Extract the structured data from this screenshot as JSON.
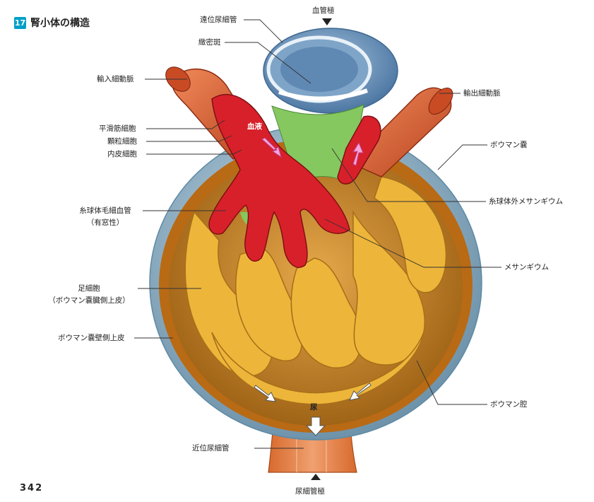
{
  "header": {
    "badge": "17",
    "title": "腎小体の構造"
  },
  "page_number": "342",
  "labels": {
    "vascular_pole": "血管極",
    "distal_tubule": "遠位尿細管",
    "macula_densa": "緻密斑",
    "afferent_arteriole": "輸入細動脈",
    "efferent_arteriole": "輸出細動脈",
    "smooth_muscle": "平滑筋細胞",
    "granular_cell": "顆粒細胞",
    "endothelial_cell": "内皮細胞",
    "bowman_capsule": "ボウマン嚢",
    "extraglomerular_mesangium": "糸球体外メサンギウム",
    "glomerular_capillary": "糸球体毛細血管",
    "fenestrated": "（有窓性）",
    "mesangium": "メサンギウム",
    "podocyte": "足細胞",
    "podocyte_sub": "（ボウマン嚢臓側上皮）",
    "parietal_epithelium": "ボウマン嚢壁側上皮",
    "bowman_space": "ボウマン腔",
    "proximal_tubule": "近位尿細管",
    "urinary_pole": "尿細管極",
    "blood": "血液",
    "urine": "尿"
  },
  "colors": {
    "badge": "#00a0c8",
    "blood": "#d8202a",
    "podocyte": "#e8a51c",
    "capsule": "#8fb4c8",
    "mesangium": "#7cc45a",
    "distal_tubule": "#6f98c0",
    "proximal_tubule": "#e07a3c"
  }
}
